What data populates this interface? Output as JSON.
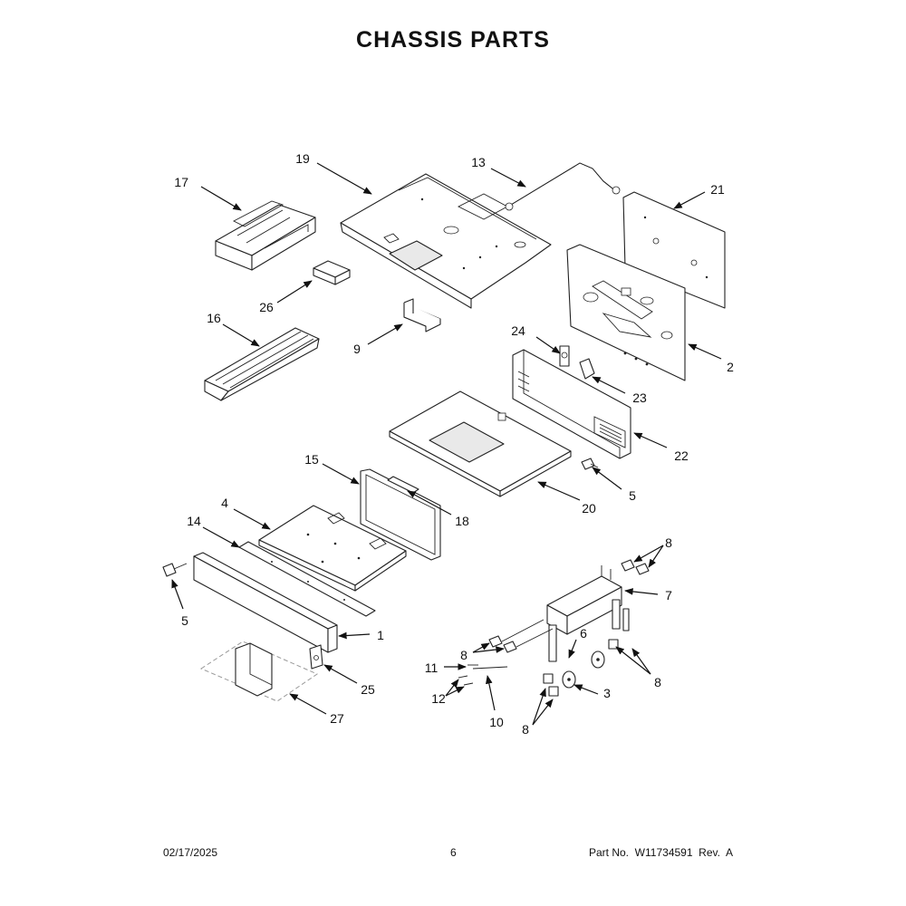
{
  "title": "CHASSIS PARTS",
  "footer": {
    "date": "02/17/2025",
    "page": "6",
    "part_no": "Part No.  W11734591  Rev.  A"
  },
  "callouts": {
    "c1": "1",
    "c2": "2",
    "c3": "3",
    "c4": "4",
    "c5a": "5",
    "c5b": "5",
    "c6": "6",
    "c7": "7",
    "c8a": "8",
    "c8b": "8",
    "c8c": "8",
    "c8d": "8",
    "c9": "9",
    "c10": "10",
    "c11": "11",
    "c12": "12",
    "c13": "13",
    "c14": "14",
    "c15": "15",
    "c16": "16",
    "c17": "17",
    "c18": "18",
    "c19": "19",
    "c20": "20",
    "c21": "21",
    "c22": "22",
    "c23": "23",
    "c24": "24",
    "c25": "25",
    "c26": "26",
    "c27": "27"
  }
}
